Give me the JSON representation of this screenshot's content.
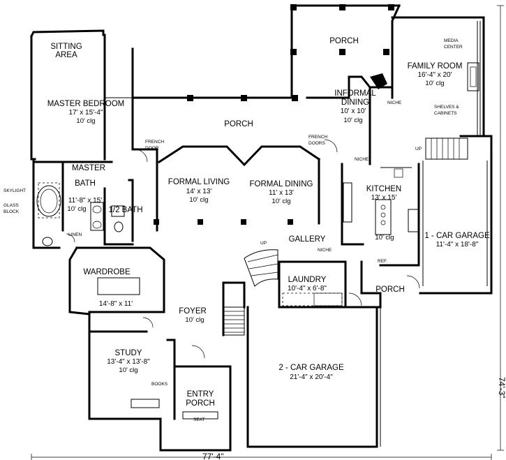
{
  "rooms": {
    "sitting_area": [
      "SITTING",
      "AREA"
    ],
    "master_bedroom": {
      "name": "MASTER BEDROOM",
      "dim": "17' x 15'-4\"",
      "clg": "10' clg"
    },
    "porch_top": "PORCH",
    "porch_rear": "PORCH",
    "informal_dining": {
      "name": [
        "INFORMAL",
        "DINING"
      ],
      "dim": "10' x 10'",
      "clg": "10' clg"
    },
    "family_room": {
      "name": "FAMILY ROOM",
      "dim": "16'-4\" x 20'",
      "clg": "10' clg"
    },
    "master_bath": {
      "name": [
        "MASTER",
        "BATH"
      ],
      "dim": "11'-8\" x 15'",
      "clg": "10' clg"
    },
    "half_bath": "1/2 BATH",
    "formal_living": {
      "name": "FORMAL LIVING",
      "dim": "14' x 13'",
      "clg": "10' clg"
    },
    "formal_dining": {
      "name": "FORMAL DINING",
      "dim": "11' x 13'",
      "clg": "10' clg"
    },
    "kitchen": {
      "name": "KITCHEN",
      "dim": "13' x 15'",
      "clg": "10' clg"
    },
    "one_car_garage": {
      "name": "1 - CAR GARAGE",
      "dim": "11'-4\" x 18'-8\""
    },
    "gallery": "GALLERY",
    "wardrobe": {
      "name": "WARDROBE",
      "dim": "14'-8\" x 11'"
    },
    "laundry": {
      "name": "LAUNDRY",
      "dim": "10'-4\" x 6'-8\""
    },
    "porch_side": "PORCH",
    "foyer": {
      "name": "FOYER",
      "clg": "10' clg"
    },
    "study": {
      "name": "STUDY",
      "dim": "13'-4\" x 13'-8\"",
      "clg": "10' clg"
    },
    "entry_porch": [
      "ENTRY",
      "PORCH"
    ],
    "two_car_garage": {
      "name": "2 - CAR GARAGE",
      "dim": "21'-4\" x 20'-4\""
    }
  },
  "notes": {
    "media_center": [
      "MEDIA",
      "CENTER"
    ],
    "niche_informal": "NICHE",
    "shelves_cabinets": [
      "SHELVES &",
      "CABINETS"
    ],
    "french_door": [
      "FRENCH",
      "DOOR"
    ],
    "french_doors": [
      "FRENCH",
      "DOORS"
    ],
    "niche_kitchen": "NICHE",
    "niche_gallery": "NICHE",
    "skylight": "SKYLIGHT",
    "glass_block": [
      "GLASS",
      "BLOCK"
    ],
    "linen": "LINEN",
    "up_stair": "UP",
    "up_garage": "UP",
    "ref": "REF.",
    "books": "BOOKS",
    "seat": "SEAT"
  },
  "dimensions": {
    "width": "77'-4\"",
    "depth": "74'-3\""
  }
}
